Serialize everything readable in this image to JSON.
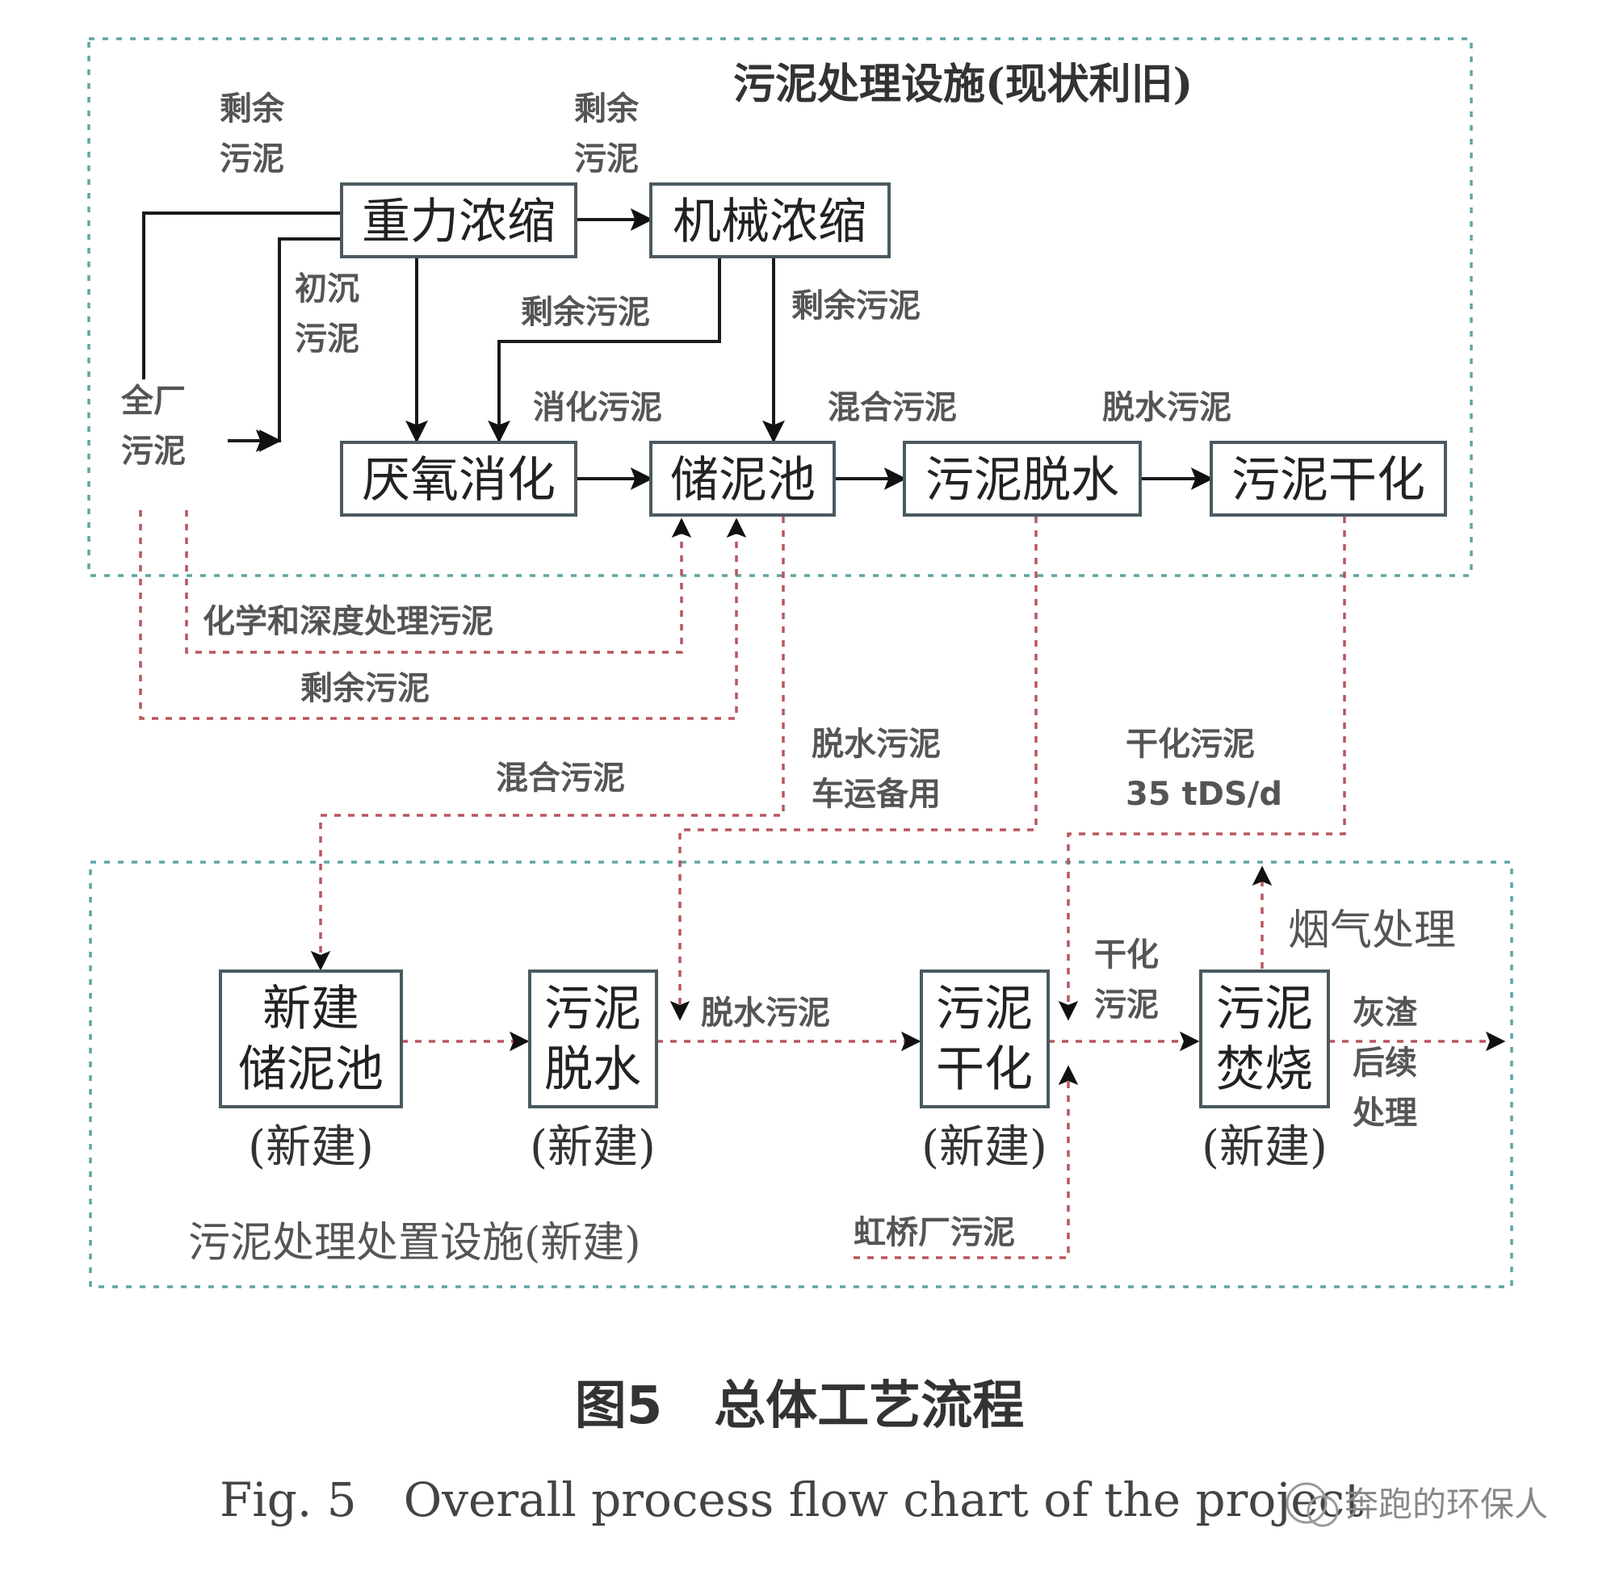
{
  "regions": {
    "existing_title": "污泥处理设施(现状利旧)",
    "new_title": "污泥处理处置设施(新建)"
  },
  "boxes": {
    "gravity_thickening": "重力浓缩",
    "mechanical_thickening": "机械浓缩",
    "anaerobic_digestion": "厌氧消化",
    "sludge_storage": "储泥池",
    "sludge_dewatering": "污泥脱水",
    "sludge_drying": "污泥干化",
    "new_storage": [
      "新建",
      "储泥池"
    ],
    "new_dewatering": [
      "污泥",
      "脱水"
    ],
    "new_drying": [
      "污泥",
      "干化"
    ],
    "new_incineration": [
      "污泥",
      "焚烧"
    ],
    "new_label": "(新建)"
  },
  "labels": {
    "excess_sludge_1": [
      "剩余",
      "污泥"
    ],
    "excess_sludge_2": [
      "剩余",
      "污泥"
    ],
    "primary_sludge": [
      "初沉",
      "污泥"
    ],
    "plant_sludge": [
      "全厂",
      "污泥"
    ],
    "excess_sludge_3": "剩余污泥",
    "excess_sludge_4": "剩余污泥",
    "digested_sludge": "消化污泥",
    "mixed_sludge_top": "混合污泥",
    "dewatered_sludge_top": "脱水污泥",
    "chemical_sludge": "化学和深度处理污泥",
    "excess_sludge_5": "剩余污泥",
    "dewatered_truck": [
      "脱水污泥",
      "车运备用"
    ],
    "dried_sludge_rate": [
      "干化污泥",
      "35 tDS/d"
    ],
    "mixed_sludge_mid": "混合污泥",
    "flue_gas": "烟气处理",
    "dewatered_sludge_bottom": "脱水污泥",
    "dried_sludge_bottom": [
      "干化",
      "污泥"
    ],
    "ash_treatment": [
      "灰渣",
      "后续",
      "处理"
    ],
    "hongqiao_sludge": "虹桥厂污泥"
  },
  "caption": {
    "zh": "图5　总体工艺流程",
    "en": "Fig. 5　Overall process flow chart of the project",
    "watermark": "奔跑的环保人"
  },
  "colors": {
    "region_border": "#5fa5a2",
    "dashed_flow": "#b9565f",
    "solid_flow": "#1a1a1a",
    "box_border": "#4a5a60"
  }
}
